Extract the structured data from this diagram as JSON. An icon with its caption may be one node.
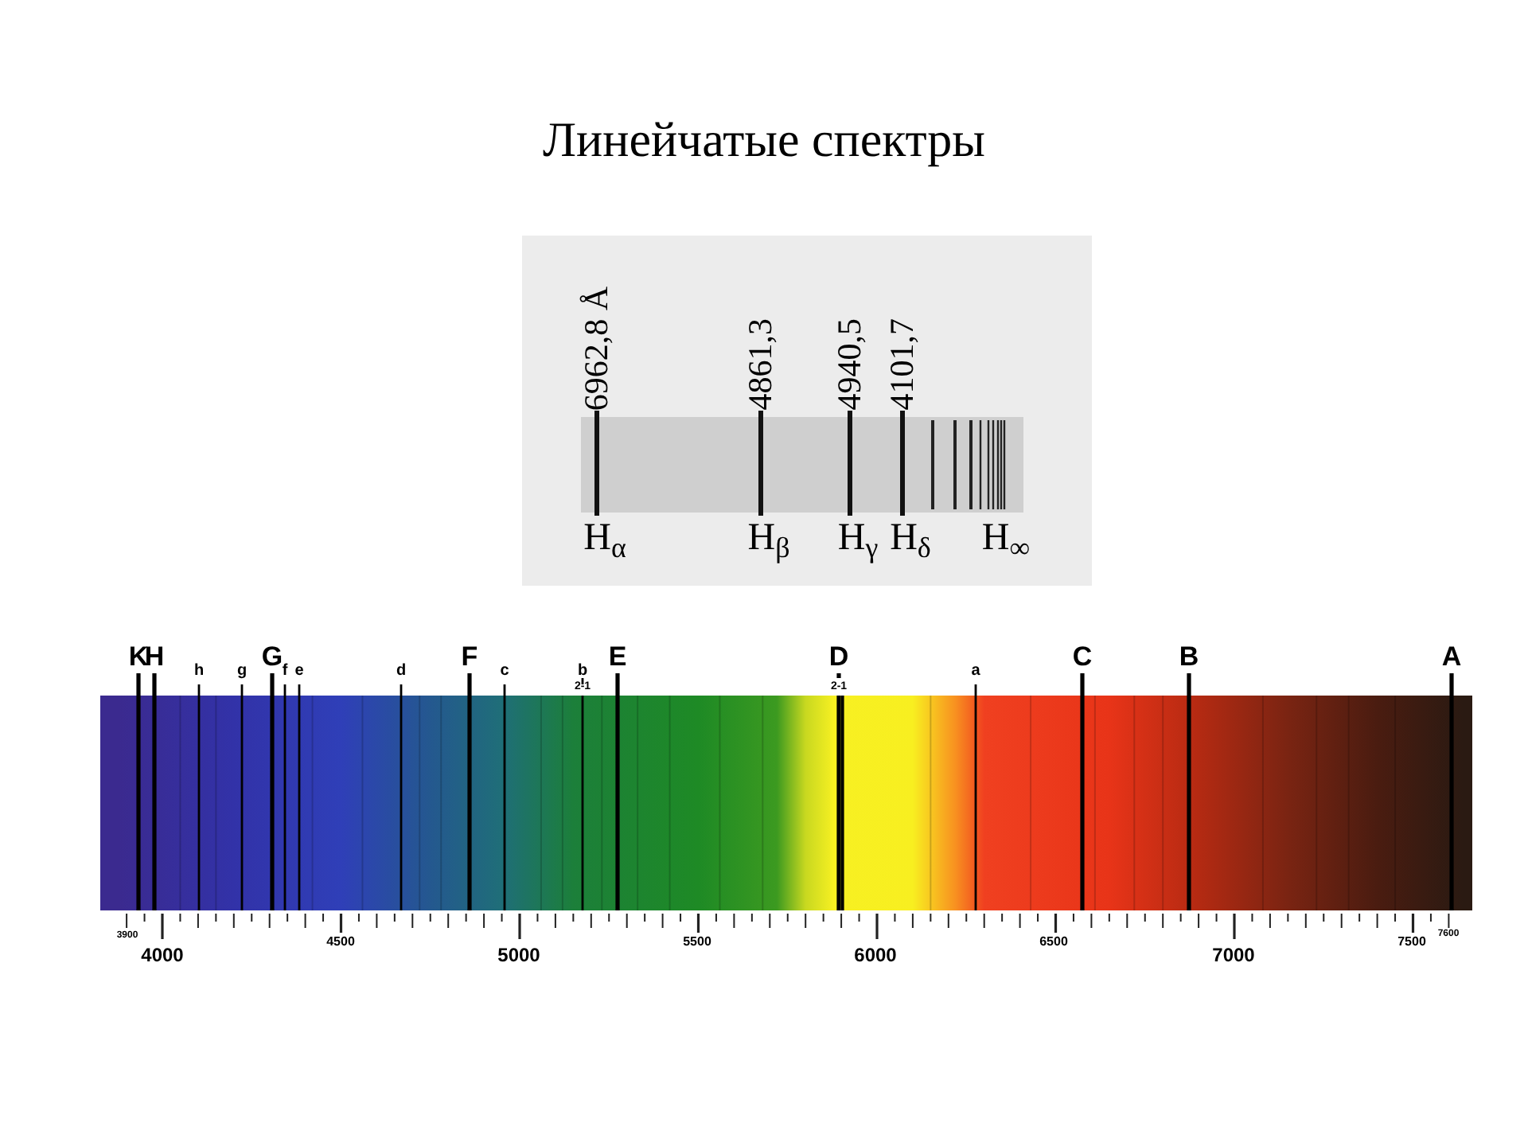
{
  "diagram": {
    "title": "Линейчатые спектры",
    "labels": [
      "6962,8 Å",
      "4861,3",
      "4940,5",
      "4101,7",
      "H$_{α}$",
      "H$_{β}$",
      "H$_{γ}$",
      "H$_{δ}$",
      "H$_{∞}$",
      "K",
      "H",
      "h",
      "g",
      "G",
      "f",
      "e",
      "d",
      "F",
      "c",
      "b",
      "2-1",
      "E",
      "D",
      "2-1",
      "a",
      "C",
      "B",
      "A",
      "3900",
      "4000",
      "4500",
      "5000",
      "5500",
      "6000",
      "6500",
      "7000",
      "7500",
      "7600"
    ]
  }
}
